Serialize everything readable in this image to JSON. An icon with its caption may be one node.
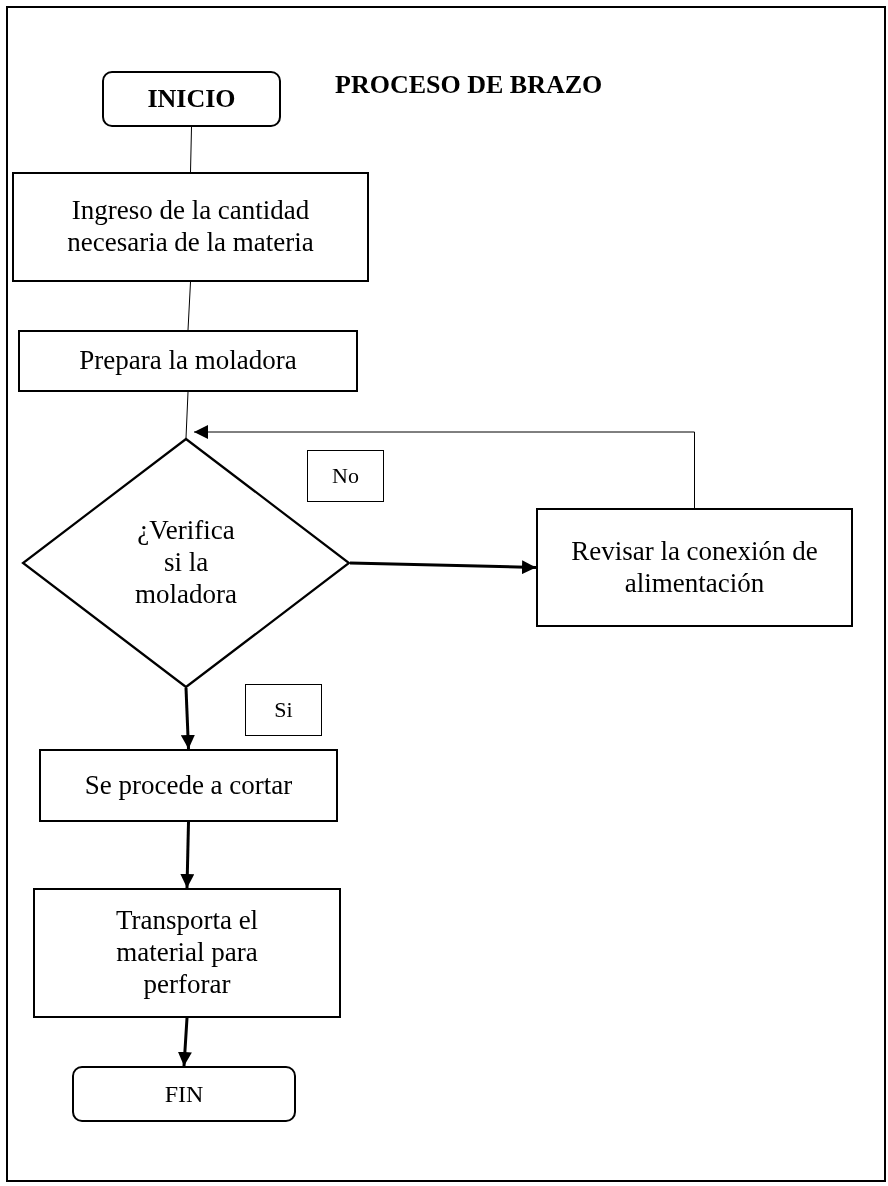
{
  "diagram": {
    "title": "PROCESO DE BRAZO",
    "nodes": [
      {
        "text": [
          "INICIO"
        ]
      },
      {
        "text": [
          "Ingreso de la cantidad necesaria de la materia"
        ]
      },
      {
        "text": [
          "Prepara la moladora"
        ]
      },
      {
        "text": [
          "¿Verifica si la moladora"
        ]
      },
      {
        "text": [
          "Revisar la conexión de alimentación"
        ]
      },
      {
        "text": [
          "Se procede a cortar"
        ]
      },
      {
        "text": [
          "Transporta el material para perforar"
        ]
      },
      {
        "text": [
          "FIN"
        ]
      },
      {
        "text": [
          "No"
        ]
      },
      {
        "text": [
          "Si"
        ]
      }
    ],
    "edges": [
      {
        "from": 0,
        "to": 1,
        "arrow": "none"
      },
      {
        "from": 1,
        "to": 2,
        "arrow": "none"
      },
      {
        "from": 2,
        "to": 3,
        "arrow": "none"
      },
      {
        "from": 3,
        "to": 4,
        "arrow": "to",
        "style": "thick"
      },
      {
        "from": 4,
        "to": 3,
        "arrow": "to"
      },
      {
        "from": 3,
        "to": 5,
        "arrow": "to",
        "style": "thick"
      },
      {
        "from": 5,
        "to": 6,
        "arrow": "to",
        "style": "thick"
      },
      {
        "from": 6,
        "to": 7,
        "arrow": "to",
        "style": "thick"
      }
    ]
  }
}
